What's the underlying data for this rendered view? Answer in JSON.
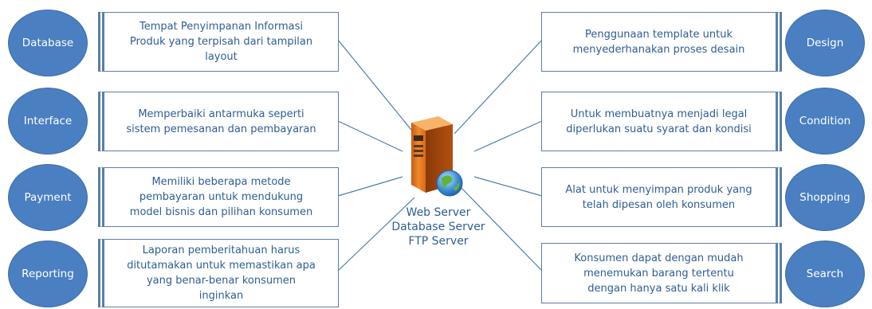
{
  "left_nodes": [
    {
      "label": "Database",
      "description": "Tempat Penyimpanan Informasi\nProduk yang terpisah dari tampilan\nlayout"
    },
    {
      "label": "Interface",
      "description": "Memperbaiki antarmuka seperti\nsistem pemesanan dan pembayaran"
    },
    {
      "label": "Payment",
      "description": "Memiliki beberapa metode\npembayaran untuk mendukung\nmodel bisnis dan pilihan konsumen"
    },
    {
      "label": "Reporting",
      "description": "Laporan pemberitahuan harus\nditutamakan untuk memastikan apa\nyang benar-benar konsumen\ninginkan"
    }
  ],
  "right_nodes": [
    {
      "label": "Design",
      "description": "Penggunaan template untuk\nmenyederhanakan proses desain"
    },
    {
      "label": "Condition",
      "description": "Untuk membuatnya menjadi legal\ndiperlukan suatu syarat dan kondisi"
    },
    {
      "label": "Shopping",
      "description": "Alat untuk menyimpan produk yang\ntelah dipesan oleh konsumen"
    },
    {
      "label": "Search",
      "description": "Konsumen dapat dengan mudah\nmenemukan barang tertentu\ndengan hanya satu kali klik"
    }
  ],
  "center": {
    "label": "Web Server\nDatabase Server\nFTP Server",
    "icon": "server-globe-icon"
  },
  "colors": {
    "circle_fill": "#4a7fc1",
    "box_border": "#5b7fa8",
    "text": "#2e5e94",
    "connector": "#4a7fb0"
  }
}
